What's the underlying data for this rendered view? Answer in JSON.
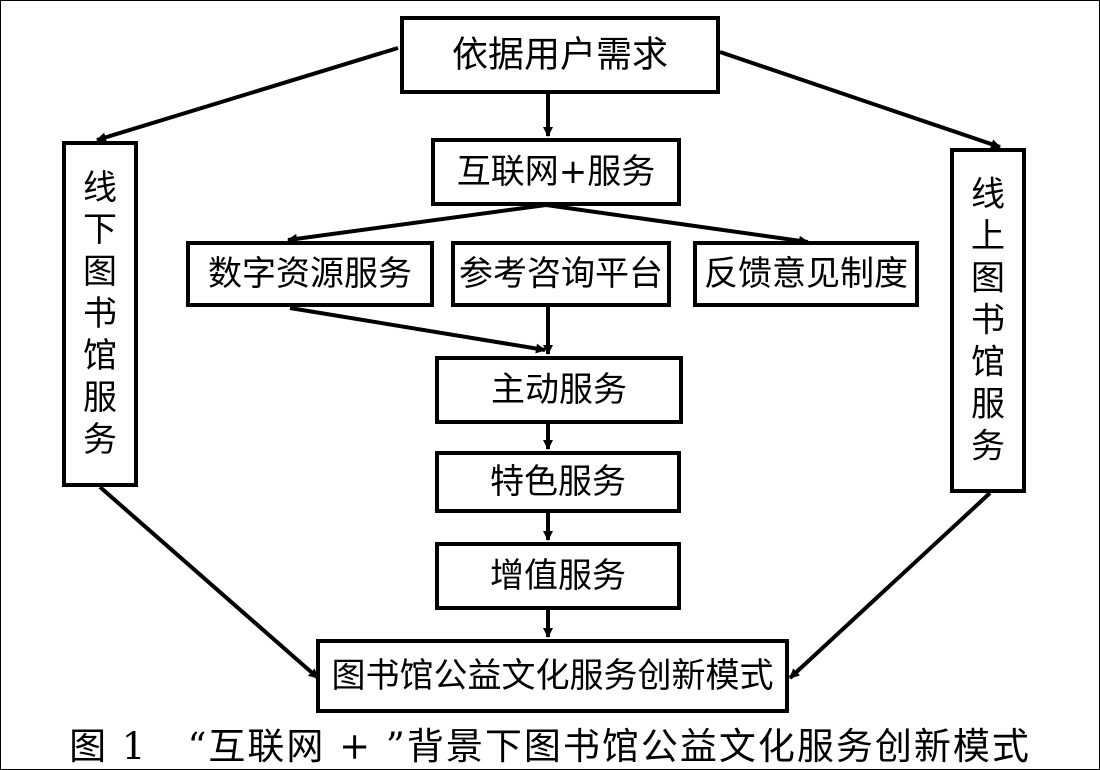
{
  "diagram": {
    "nodes": [
      {
        "id": "user-needs",
        "label": "依据用户需求"
      },
      {
        "id": "internet-plus",
        "label": "互联网+服务"
      },
      {
        "id": "digital-resource",
        "label": "数字资源服务"
      },
      {
        "id": "reference-consulting",
        "label": "参考咨询平台"
      },
      {
        "id": "feedback",
        "label": "反馈意见制度"
      },
      {
        "id": "active-service",
        "label": "主动服务"
      },
      {
        "id": "featured-service",
        "label": "特色服务"
      },
      {
        "id": "value-added",
        "label": "增值服务"
      },
      {
        "id": "innovation-mode",
        "label": "图书馆公益文化服务创新模式"
      },
      {
        "id": "offline",
        "label": "线下图书馆服务"
      },
      {
        "id": "online",
        "label": "线上图书馆服务"
      }
    ],
    "edges": [
      {
        "from": "user-needs",
        "to": "internet-plus"
      },
      {
        "from": "user-needs",
        "to": "offline"
      },
      {
        "from": "user-needs",
        "to": "online"
      },
      {
        "from": "internet-plus",
        "to": "digital-resource"
      },
      {
        "from": "internet-plus",
        "to": "feedback"
      },
      {
        "from": "digital-resource",
        "to": "active-service"
      },
      {
        "from": "reference-consulting",
        "to": "active-service"
      },
      {
        "from": "active-service",
        "to": "featured-service"
      },
      {
        "from": "featured-service",
        "to": "value-added"
      },
      {
        "from": "value-added",
        "to": "innovation-mode"
      },
      {
        "from": "offline",
        "to": "innovation-mode"
      },
      {
        "from": "online",
        "to": "innovation-mode"
      }
    ]
  },
  "caption": {
    "figure_number": "图 1",
    "text": "“互联网 + ”背景下图书馆公益文化服务创新模式"
  }
}
